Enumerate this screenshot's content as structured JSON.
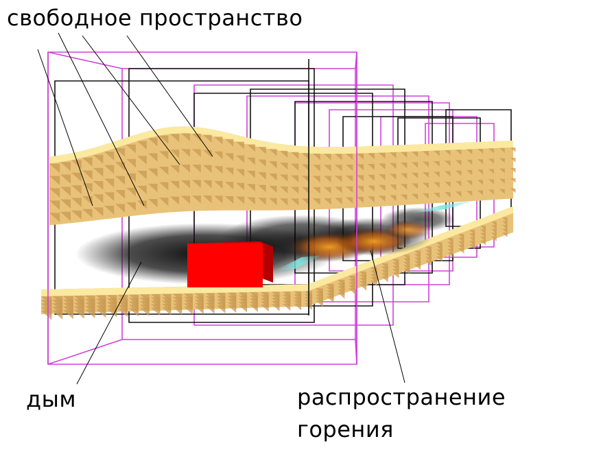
{
  "labels": {
    "free_space": "свободное пространство",
    "smoke": "дым",
    "combustion_line1": "распространение",
    "combustion_line2": "горения"
  },
  "colors": {
    "background": "#ffffff",
    "frame_magenta": "#d040d8",
    "frame_black": "#111111",
    "voxel_light": "#fbe9a0",
    "voxel_mid": "#e8c278",
    "voxel_dark": "#c99a55",
    "smoke": "#000000",
    "fire_orange": "#e88a1a",
    "source_red": "#ff0000",
    "source_red_dark": "#c80000",
    "cyan_glint": "#7fe6df"
  }
}
